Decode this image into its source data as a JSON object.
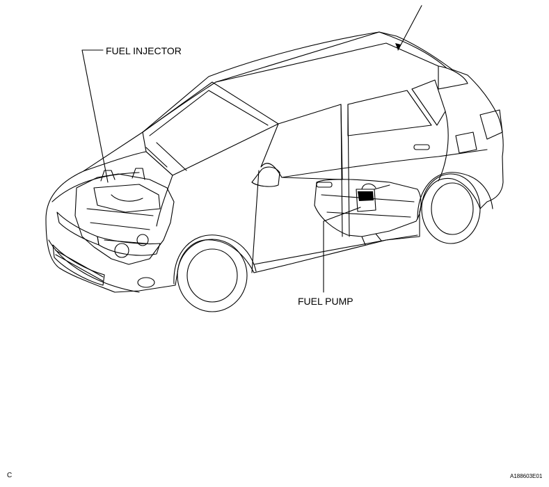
{
  "labels": {
    "fuel_injector": "FUEL INJECTOR",
    "fuel_pump": "FUEL PUMP"
  },
  "corner_letter": "C",
  "figure_code": "A188603E01",
  "colors": {
    "line": "#000000",
    "background": "#ffffff"
  }
}
